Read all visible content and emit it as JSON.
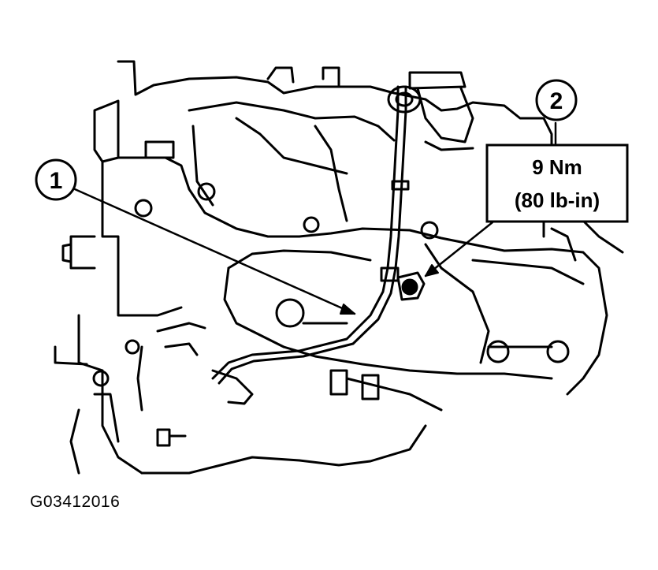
{
  "callouts": [
    {
      "number": "1",
      "meaning": ""
    },
    {
      "number": "2",
      "meaning": ""
    }
  ],
  "torque_spec": {
    "metric": "9 Nm",
    "imperial": "(80 lb-in)"
  },
  "figure_id": "G03412016",
  "colors": {
    "line": "#000000",
    "background": "#ffffff"
  }
}
